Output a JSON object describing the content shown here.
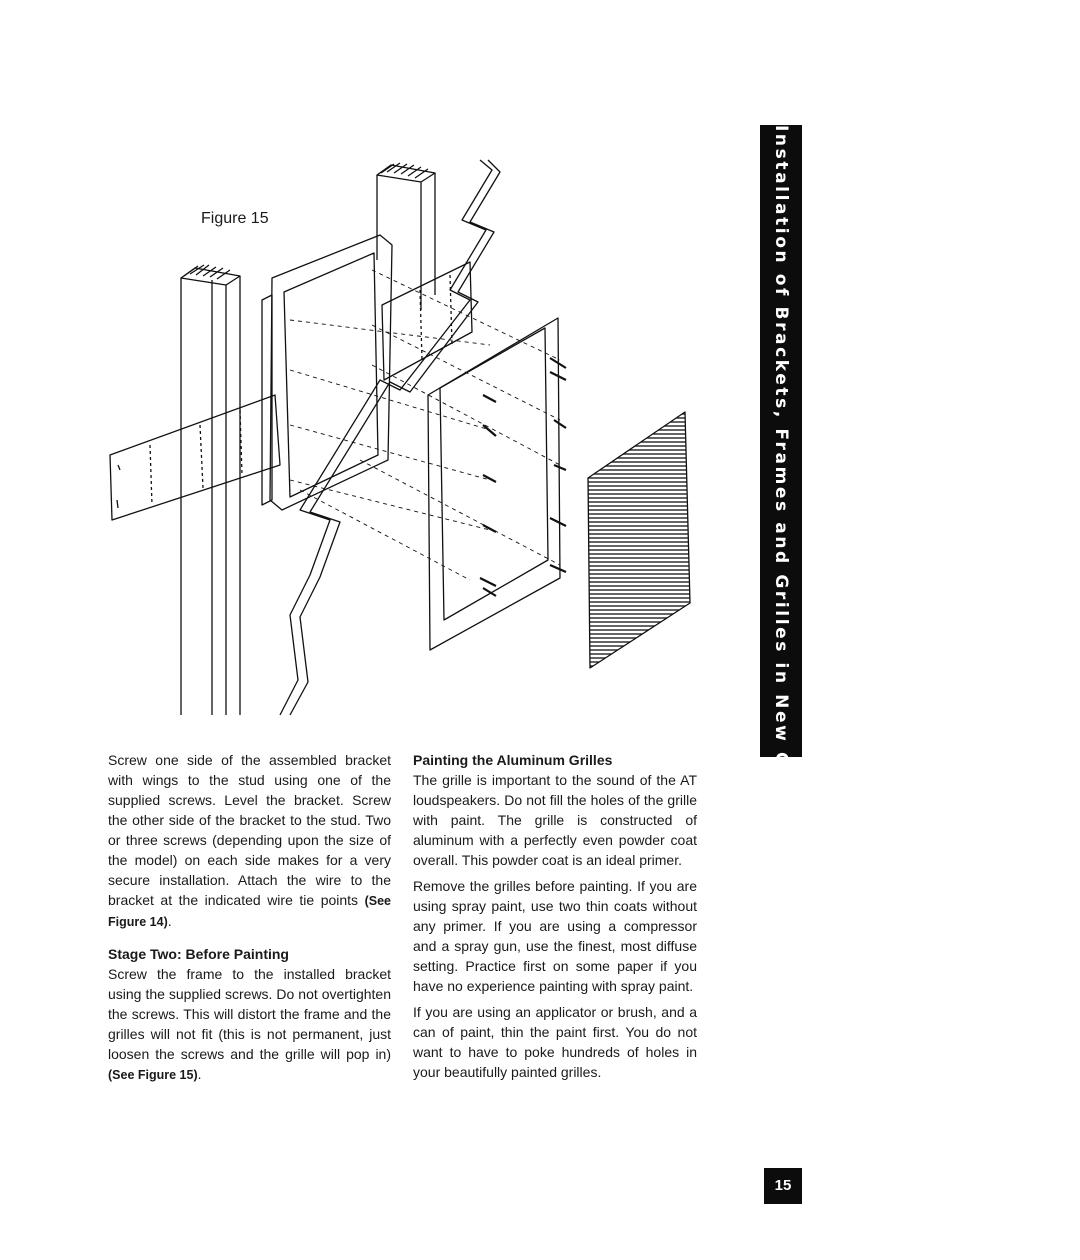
{
  "figure": {
    "label": "Figure 15"
  },
  "side_tab": {
    "text": "Installation of Brackets, Frames and Grilles in New Construction"
  },
  "left_column": {
    "para1": "Screw one side of the assembled bracket with wings to the stud using one of the supplied screws. Level the bracket. Screw the other side of the bracket to the stud. Two or three screws (depending upon the size of the model) on each side makes for a very secure installation. Attach the wire to the bracket at the indicated wire tie points",
    "para1_ref": "(See Figure 14)",
    "stage_heading": "Stage Two: Before Painting",
    "para2": "Screw the frame to the installed bracket using the supplied screws. Do not overtighten the screws. This will distort the frame and the grilles will not fit (this is not permanent, just loosen the screws and the grille will pop in)",
    "para2_ref": "(See Figure 15)"
  },
  "right_column": {
    "heading": "Painting the Aluminum Grilles",
    "para1": "The grille is important to the sound of the AT loudspeakers. Do not fill the holes of the grille with paint. The grille is constructed of aluminum with a perfectly even powder coat overall. This powder coat is an ideal primer.",
    "para2": "Remove the grilles before painting. If you are using spray paint, use two thin coats without any primer. If you are using a compressor and a spray gun, use the finest, most diffuse setting. Practice first on some paper if you have no experience painting with spray paint.",
    "para3": "If you are using an applicator or brush, and a can of paint, thin the paint first. You do not want to have to poke hundreds of holes in your beautifully painted grilles."
  },
  "page_number": "15"
}
